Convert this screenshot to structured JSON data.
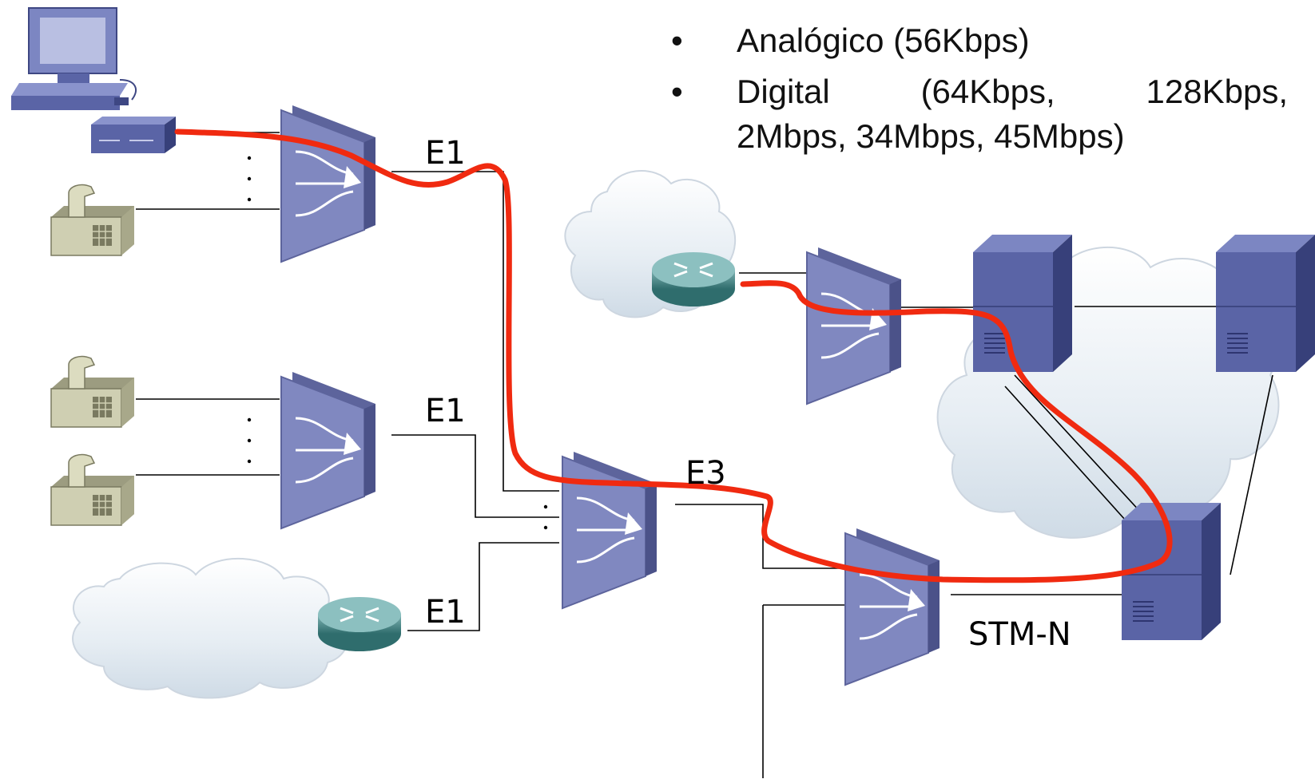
{
  "bullets": {
    "item1": "Analógico (56Kbps)",
    "item2_line1_a": "Digital",
    "item2_line1_b": "(64Kbps,",
    "item2_line1_c": "128Kbps,",
    "item2_line2": "2Mbps, 34Mbps, 45Mbps)",
    "bullet_glyph": "•"
  },
  "labels": {
    "e1_top": "E1",
    "e1_mid": "E1",
    "e1_bottom": "E1",
    "e3": "E3",
    "stm": "STM-N",
    "dots": ". . ."
  },
  "colors": {
    "path": "#f02a10",
    "mux": "#7a82b8",
    "server": "#5a64a6",
    "router": "#4f8a8a",
    "phone": "#c9c9a8",
    "cloud": "#e8eef4"
  },
  "icons": [
    "computer-icon",
    "modem-icon",
    "phone-icon",
    "multiplexer-icon",
    "router-icon",
    "cloud-icon",
    "sdh-switch-icon"
  ]
}
